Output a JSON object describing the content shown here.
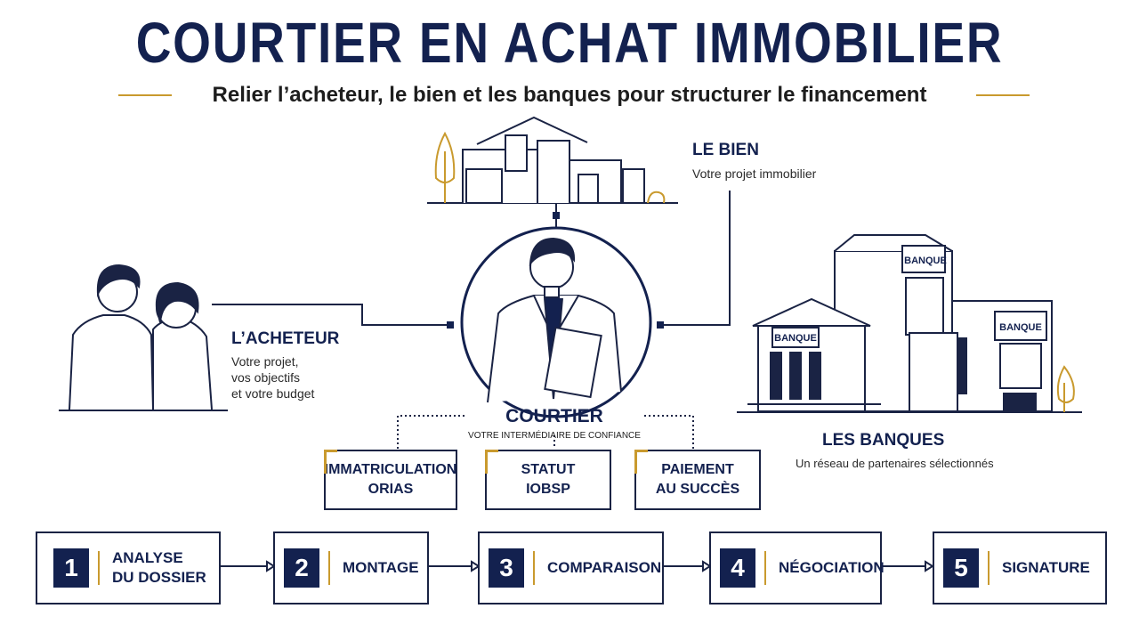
{
  "header": {
    "title": "COURTIER EN ACHAT IMMOBILIER",
    "subtitle": "Relier l’acheteur, le bien et les banques pour structurer le financement"
  },
  "bien": {
    "title": "LE BIEN",
    "desc": "Votre projet immobilier"
  },
  "acheteur": {
    "title": "L’ACHETEUR",
    "desc_lines": [
      "Votre projet,",
      "vos objectifs",
      "et votre budget"
    ]
  },
  "courtier": {
    "title": "COURTIER",
    "subtitle": "VOTRE INTERMÉDIAIRE DE CONFIANCE"
  },
  "banques": {
    "title": "LES BANQUES",
    "desc": "Un réseau de partenaires sélectionnés",
    "building_labels": [
      "BANQUE",
      "BANQUE",
      "BANQUE"
    ]
  },
  "badges": [
    {
      "lines": [
        "IMMATRICULATION",
        "ORIAS"
      ]
    },
    {
      "lines": [
        "STATUT",
        "IOBSP"
      ]
    },
    {
      "lines": [
        "PAIEMENT",
        "AU SUCCÈS"
      ]
    }
  ],
  "steps": [
    {
      "num": "1",
      "lines": [
        "ANALYSE",
        "DU DOSSIER"
      ]
    },
    {
      "num": "2",
      "lines": [
        "MONTAGE"
      ]
    },
    {
      "num": "3",
      "lines": [
        "COMPARAISON"
      ]
    },
    {
      "num": "4",
      "lines": [
        "NÉGOCIATION"
      ]
    },
    {
      "num": "5",
      "lines": [
        "SIGNATURE"
      ]
    }
  ],
  "colors": {
    "navy": "#13214f",
    "gold": "#c99a2e"
  }
}
